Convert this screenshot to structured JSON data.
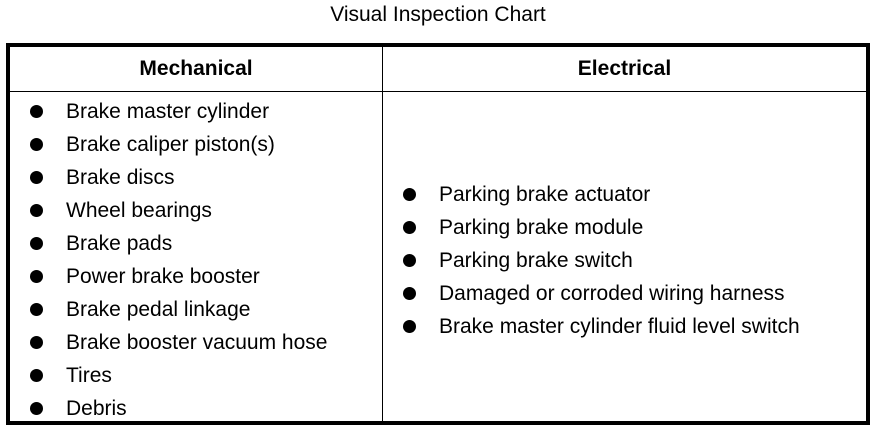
{
  "title": "Visual Inspection Chart",
  "columns": {
    "mechanical": {
      "header": "Mechanical",
      "items": [
        "Brake master cylinder",
        "Brake caliper piston(s)",
        "Brake discs",
        "Wheel bearings",
        "Brake pads",
        "Power brake booster",
        "Brake pedal linkage",
        "Brake booster vacuum hose",
        "Tires",
        "Debris"
      ]
    },
    "electrical": {
      "header": "Electrical",
      "items": [
        "Parking brake actuator",
        "Parking brake module",
        "Parking brake switch",
        "Damaged or corroded wiring harness",
        "Brake master cylinder fluid level switch"
      ]
    }
  },
  "icons": {
    "bullet": "bullet-dot-icon"
  }
}
